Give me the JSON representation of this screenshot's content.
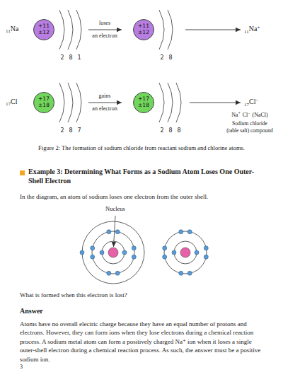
{
  "diagram": {
    "caption": "Figure 2: The formation of sodium chloride from reactant sodium and chlorine atoms.",
    "nodes": [
      {
        "text": [
          "+11",
          "±12"
        ]
      },
      {
        "text": [
          "+11",
          "±12"
        ]
      },
      {
        "text": [
          "+17",
          "±18"
        ]
      },
      {
        "text": [
          "+17",
          "±18"
        ]
      }
    ],
    "labels": [
      "11",
      "Na",
      "2",
      "8",
      "1",
      "loses",
      "an electron",
      "2",
      "8",
      "11",
      "Na",
      "+",
      "17",
      "Cl",
      "2",
      "8",
      "7",
      "gains",
      "an electron",
      "2",
      "8",
      "8",
      "17",
      "Cl",
      "−",
      "Na",
      "+",
      "Cl",
      "−",
      "(NaCl)",
      "Sodium chloride",
      "(table salt) compound",
      "Example 3: Determining What Forms as a Sodium Atom Loses One Outer-Shell Electron",
      "In the diagram, an atom of sodium loses one electron from the outer shell.",
      "Nucleus",
      "What is formed when this electron is lost?",
      "Answer",
      "Atoms have no overall electric charge because they have an equal number of protons and electrons. However, they can form ions when they lose electrons during a chemical reaction process. A sodium metal atom can form a positively charged Na⁺ ion when it loses a single outer-shell electron during a chemical reaction process. As such, the answer must be a positive sodium ion.",
      "3"
    ]
  }
}
